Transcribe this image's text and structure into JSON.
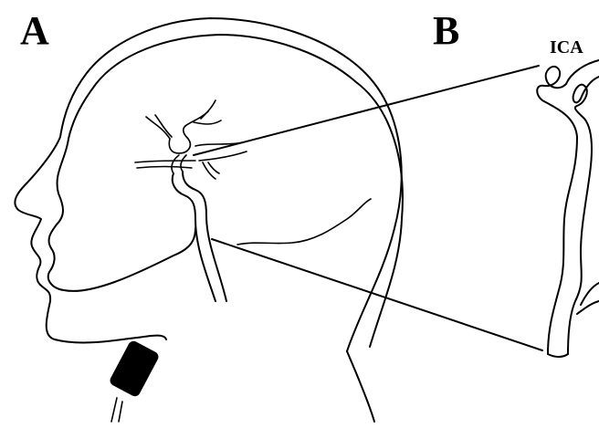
{
  "panels": {
    "a_label": "A",
    "b_label": "B"
  },
  "annotations": {
    "ica_label": "ICA"
  },
  "colors": {
    "ink": "#000000",
    "background": "#ffffff"
  }
}
